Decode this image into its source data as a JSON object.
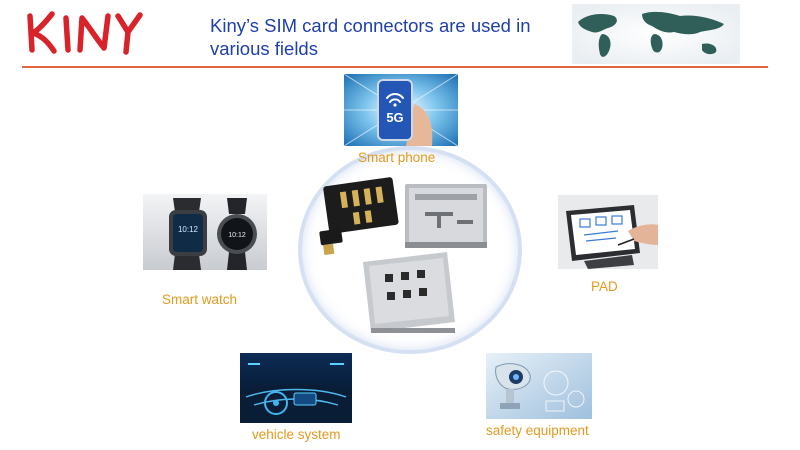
{
  "header": {
    "title": "Kiny’s SIM card connectors are used in various fields"
  },
  "fields": {
    "smart_phone": "Smart phone",
    "smart_watch": "Smart watch",
    "pad": "PAD",
    "vehicle_system": "vehicle system",
    "safety_equipment": "safety equipment"
  },
  "colors": {
    "title": "#1f3fae",
    "label": "#e39a1e",
    "rule": "#e0673f",
    "logo": "#d8232a"
  }
}
